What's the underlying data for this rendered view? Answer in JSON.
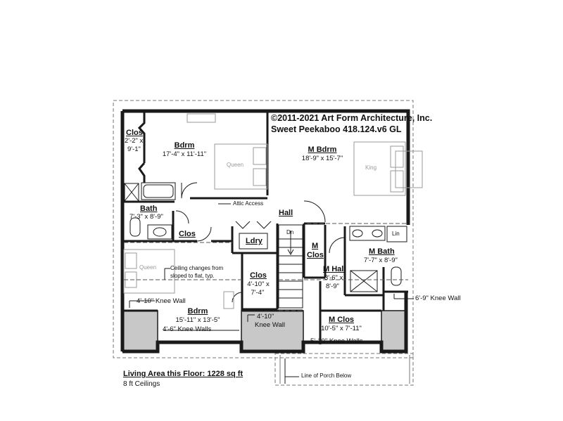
{
  "copyright": {
    "line1": "©2011-2021 Art Form Architecture, Inc.",
    "line2": "Sweet Peekaboo 418.124.v6 GL"
  },
  "rooms": {
    "clos_nw": {
      "name": "Clos",
      "dim1": "2'-2\" x",
      "dim2": "9'-1\""
    },
    "bdrm_nw": {
      "name": "Bdrm",
      "dim": "17'-4\" x 11'-11\""
    },
    "m_bdrm": {
      "name": "M Bdrm",
      "dim": "18'-9\" x 15'-7\""
    },
    "bath": {
      "name": "Bath",
      "dim": "7'-3\" x 8'-9\""
    },
    "clos_bath": {
      "name": "Clos"
    },
    "hall": {
      "name": "Hall"
    },
    "ldry": {
      "name": "Ldry"
    },
    "m_clos_small": {
      "name1": "M",
      "name2": "Clos"
    },
    "m_bath": {
      "name": "M Bath",
      "dim": "7'-7\" x 8'-9\""
    },
    "m_hall": {
      "name": "M Hall",
      "dim1": "3'-6\" x",
      "dim2": "8'-9\""
    },
    "clos_center": {
      "name": "Clos",
      "dim1": "4'-10\" x",
      "dim2": "7'-4\""
    },
    "bdrm_sw": {
      "name": "Bdrm",
      "dim": "15'-11\" x 13'-5\""
    },
    "m_clos": {
      "name": "M Clos",
      "dim": "10'-5\" x 7'-11\""
    }
  },
  "fixtures": {
    "queen_upper": "Queen",
    "king": "King",
    "queen_lower": "Queen",
    "lin": "Lin",
    "dn": "Dn"
  },
  "notes": {
    "attic_access": "Attic Access",
    "ceiling_line1": "Ceiling changes from",
    "ceiling_line2": "sloped to flat, typ.",
    "porch": "Line of Porch Below"
  },
  "knee_walls": {
    "w1": "4'-10\" Knee Wall",
    "w2": "4'-6\" Knee Walls",
    "w3_line1": "4'-10\"",
    "w3_line2": "Knee Wall",
    "w4": "5'-10\" Knee Walls",
    "w5": "6'-9\" Knee Wall"
  },
  "footer": {
    "living_area": "Living Area this Floor: 1228 sq ft",
    "ceilings": "8 ft Ceilings"
  },
  "colors": {
    "wall": "#1a1a1a",
    "knee_wall_fill": "#c8c8c8",
    "bed_outline": "#9a9a9a",
    "dashed_line": "#555555"
  }
}
